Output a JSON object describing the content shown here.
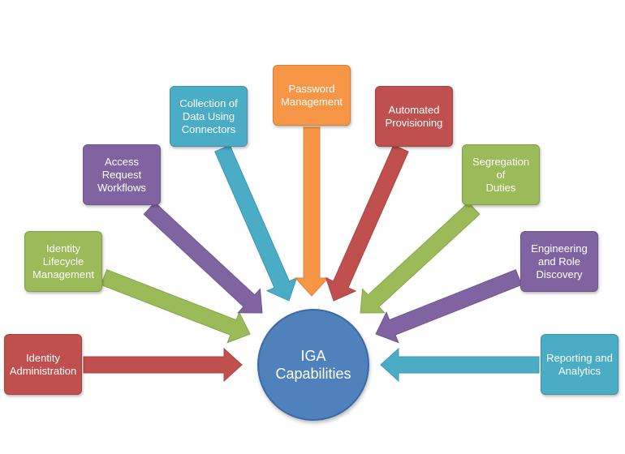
{
  "hub": {
    "label": "IGA\nCapabilities",
    "color": "#4f81bd"
  },
  "capabilities": [
    {
      "label": "Identity\nAdministration",
      "color": "#c0504d"
    },
    {
      "label": "Identity\nLifecycle\nManagement",
      "color": "#9bbb59"
    },
    {
      "label": "Access\nRequest\nWorkflows",
      "color": "#8064a2"
    },
    {
      "label": "Collection of\nData Using\nConnectors",
      "color": "#4bacc6"
    },
    {
      "label": "Password\nManagement",
      "color": "#f79646"
    },
    {
      "label": "Automated\nProvisioning",
      "color": "#c0504d"
    },
    {
      "label": "Segregation of\nDuties",
      "color": "#9bbb59"
    },
    {
      "label": "Engineering\nand Role\nDiscovery",
      "color": "#8064a2"
    },
    {
      "label": "Reporting and\nAnalytics",
      "color": "#4bacc6"
    }
  ]
}
